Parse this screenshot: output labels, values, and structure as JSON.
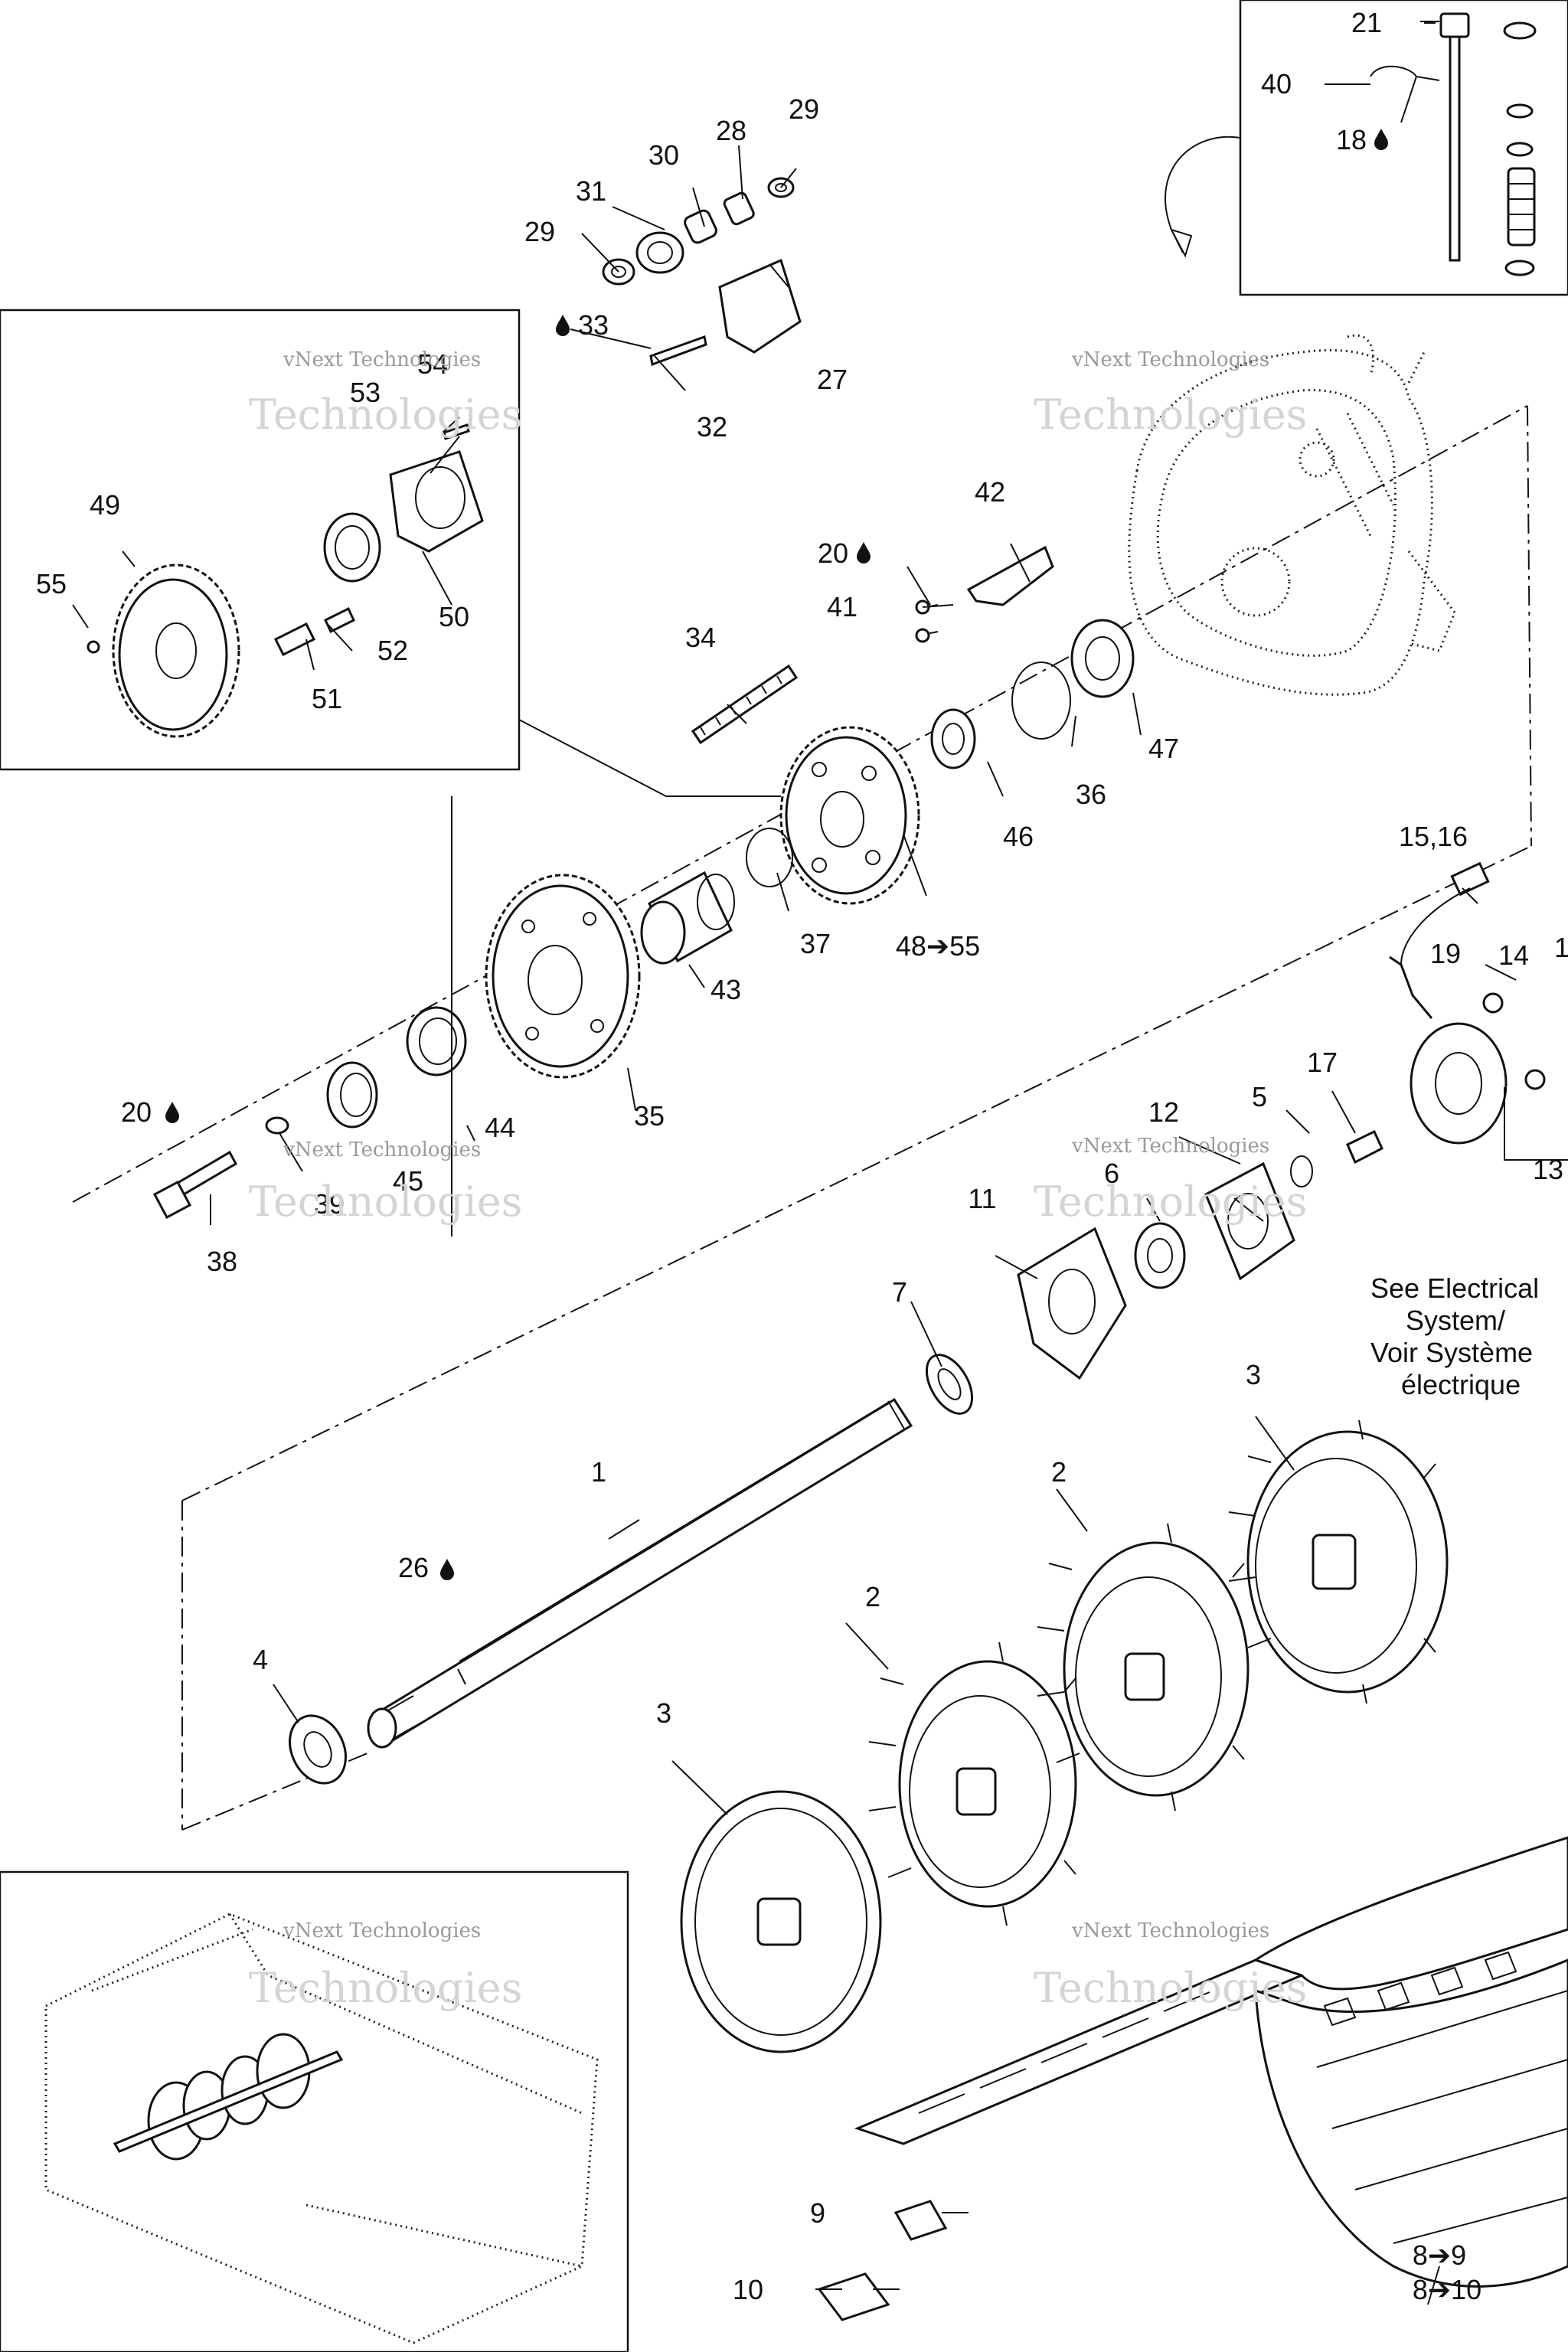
{
  "watermark": {
    "line1": "vNext Technologies",
    "line2": "Technologies"
  },
  "callouts": {
    "c1": "1",
    "c2a": "2",
    "c2b": "2",
    "c3a": "3",
    "c3b": "3",
    "c4": "4",
    "c5": "5",
    "c6": "6",
    "c7": "7",
    "c89a": "8➔9",
    "c810": "8➔10",
    "c9": "9",
    "c10": "10",
    "c11": "11",
    "c12": "12",
    "c13": "13",
    "c14": "14",
    "c1516": "15,16",
    "c17": "17",
    "c1x": "1",
    "c18": "18",
    "c19": "19",
    "c20a": "20",
    "c20b": "20",
    "c21": "21",
    "c26": "26",
    "c27": "27",
    "c28": "28",
    "c29a": "29",
    "c29b": "29",
    "c30": "30",
    "c31": "31",
    "c32": "32",
    "c33": "33",
    "c34": "34",
    "c35": "35",
    "c36": "36",
    "c37": "37",
    "c38": "38",
    "c39": "39",
    "c40": "40",
    "c41": "41",
    "c42": "42",
    "c43": "43",
    "c44": "44",
    "c45": "45",
    "c46": "46",
    "c47": "47",
    "c4855": "48➔55",
    "c49": "49",
    "c50": "50",
    "c51": "51",
    "c52": "52",
    "c53": "53",
    "c54": "54",
    "c55": "55"
  },
  "note": {
    "line1": "See Electrical",
    "line2": "System/",
    "line3": "Voir Système",
    "line4": "électrique"
  },
  "icons": {
    "lubricant": "oil-drop-icon",
    "note_pointer": "arrow-icon"
  }
}
